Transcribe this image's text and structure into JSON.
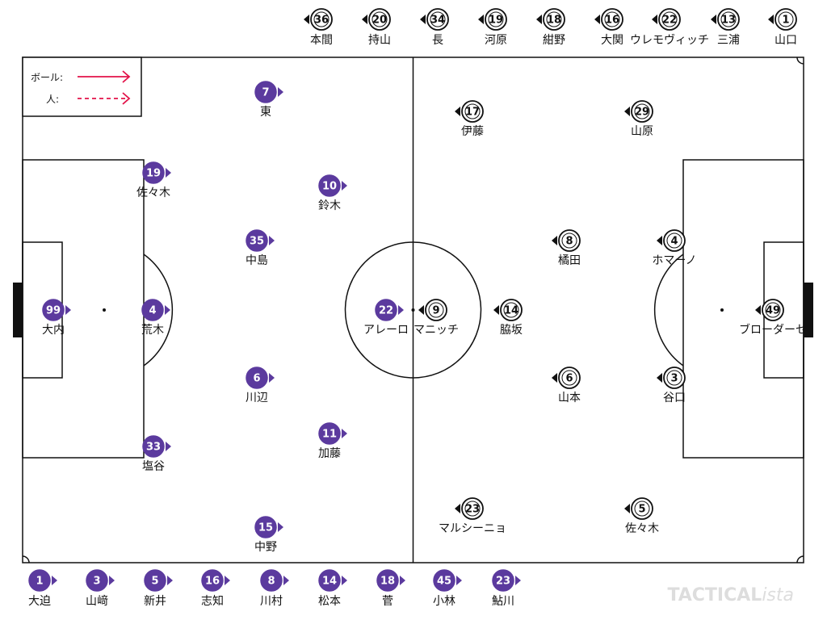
{
  "legend": {
    "ball_label": "ボール:",
    "person_label": "人:",
    "arrow_color": "#e2134a"
  },
  "colors": {
    "purple_team": "#5b3a9e",
    "white_team": "#111111",
    "pitch_line": "#111111"
  },
  "watermark": {
    "strong": "TACTICAL",
    "italic": "ista"
  },
  "purple_team": {
    "on_pitch": [
      {
        "number": "7",
        "name": "東"
      },
      {
        "number": "19",
        "name": "佐々木"
      },
      {
        "number": "10",
        "name": "鈴木"
      },
      {
        "number": "35",
        "name": "中島"
      },
      {
        "number": "99",
        "name": "大内"
      },
      {
        "number": "4",
        "name": "荒木"
      },
      {
        "number": "22",
        "name": "アレーロ"
      },
      {
        "number": "6",
        "name": "川辺"
      },
      {
        "number": "11",
        "name": "加藤"
      },
      {
        "number": "33",
        "name": "塩谷"
      },
      {
        "number": "15",
        "name": "中野"
      }
    ],
    "bench": [
      {
        "number": "1",
        "name": "大迫"
      },
      {
        "number": "3",
        "name": "山﨑"
      },
      {
        "number": "5",
        "name": "新井"
      },
      {
        "number": "16",
        "name": "志知"
      },
      {
        "number": "8",
        "name": "川村"
      },
      {
        "number": "14",
        "name": "松本"
      },
      {
        "number": "18",
        "name": "菅"
      },
      {
        "number": "45",
        "name": "小林"
      },
      {
        "number": "23",
        "name": "鮎川"
      }
    ]
  },
  "white_team": {
    "on_pitch": [
      {
        "number": "17",
        "name": "伊藤"
      },
      {
        "number": "29",
        "name": "山原"
      },
      {
        "number": "8",
        "name": "橘田"
      },
      {
        "number": "4",
        "name": "ホマーノ"
      },
      {
        "number": "9",
        "name": "マニッチ"
      },
      {
        "number": "14",
        "name": "脇坂"
      },
      {
        "number": "49",
        "name": "ブローダーセ"
      },
      {
        "number": "6",
        "name": "山本"
      },
      {
        "number": "3",
        "name": "谷口"
      },
      {
        "number": "23",
        "name": "マルシーニョ"
      },
      {
        "number": "5",
        "name": "佐々木"
      }
    ],
    "bench": [
      {
        "number": "36",
        "name": "本間"
      },
      {
        "number": "20",
        "name": "持山"
      },
      {
        "number": "34",
        "name": "長"
      },
      {
        "number": "19",
        "name": "河原"
      },
      {
        "number": "18",
        "name": "紺野"
      },
      {
        "number": "16",
        "name": "大関"
      },
      {
        "number": "22",
        "name": "ウレモヴィッチ"
      },
      {
        "number": "13",
        "name": "三浦"
      },
      {
        "number": "1",
        "name": "山口"
      }
    ]
  }
}
